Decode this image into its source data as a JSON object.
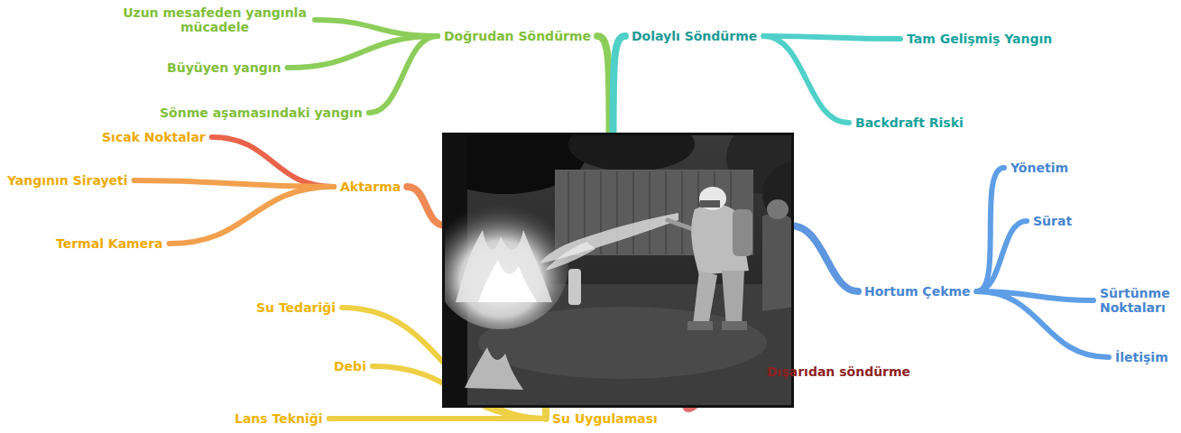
{
  "diagram": {
    "nodes": [
      {
        "text": [
          "Uzun mesafeden yangınla mücadele"
        ]
      },
      {
        "text": [
          "Doğrudan Söndürme"
        ]
      },
      {
        "text": [
          "Dolaylı Söndürme"
        ]
      },
      {
        "text": [
          "Tam Gelişmiş Yangın"
        ]
      },
      {
        "text": [
          "Büyüyen yangın"
        ]
      },
      {
        "text": [
          "Sönme aşamasındaki yangın"
        ]
      },
      {
        "text": [
          "Backdraft Riski"
        ]
      },
      {
        "text": [
          "Sıcak Noktalar"
        ]
      },
      {
        "text": [
          "Yönetim"
        ]
      },
      {
        "text": [
          "Aktarma"
        ]
      },
      {
        "text": [
          "Yangının Sirayeti"
        ]
      },
      {
        "text": [
          "Sürat"
        ]
      },
      {
        "text": [
          "Termal Kamera"
        ]
      },
      {
        "text": [
          "Hortum Çekme"
        ]
      },
      {
        "text": [
          "Sürtünme Noktaları"
        ]
      },
      {
        "text": [
          "İletişim"
        ]
      },
      {
        "text": [
          "Su Tedariği"
        ]
      },
      {
        "text": [
          "Debi"
        ]
      },
      {
        "text": [
          "Dışarıdan söndürme"
        ]
      },
      {
        "text": [
          "Lans Tekniği"
        ]
      },
      {
        "text": [
          "Su Uygulaması"
        ]
      }
    ],
    "edges": [
      {
        "from": 1,
        "to": 0,
        "arrow": "none"
      },
      {
        "from": 1,
        "to": 4,
        "arrow": "none"
      },
      {
        "from": 1,
        "to": 5,
        "arrow": "none"
      },
      {
        "from": 2,
        "to": 3,
        "arrow": "none"
      },
      {
        "from": 2,
        "to": 6,
        "arrow": "none"
      },
      {
        "from": 9,
        "to": 7,
        "arrow": "none"
      },
      {
        "from": 9,
        "to": 10,
        "arrow": "none"
      },
      {
        "from": 9,
        "to": 12,
        "arrow": "none"
      },
      {
        "from": 13,
        "to": 8,
        "arrow": "none"
      },
      {
        "from": 13,
        "to": 11,
        "arrow": "none"
      },
      {
        "from": 13,
        "to": 14,
        "arrow": "none"
      },
      {
        "from": 13,
        "to": 15,
        "arrow": "none"
      },
      {
        "from": 20,
        "to": 16,
        "arrow": "none"
      },
      {
        "from": 20,
        "to": 17,
        "arrow": "none"
      },
      {
        "from": 20,
        "to": 19,
        "arrow": "none"
      }
    ]
  }
}
